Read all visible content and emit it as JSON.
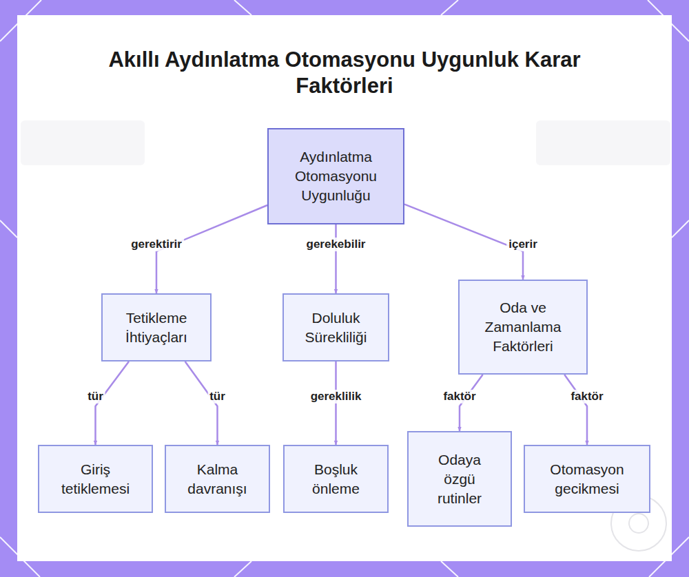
{
  "diagram": {
    "title": "Akıllı Aydınlatma Otomasyonu Uygunluk Karar Faktörleri",
    "nodes": [
      {
        "text": [
          "Aydınlatma Otomasyonu Uygunluğu"
        ]
      },
      {
        "text": [
          "Tetikleme İhtiyaçları"
        ]
      },
      {
        "text": [
          "Doluluk Sürekliliği"
        ]
      },
      {
        "text": [
          "Oda ve Zamanlama Faktörleri"
        ]
      },
      {
        "text": [
          "Giriş tetiklemesi"
        ]
      },
      {
        "text": [
          "Kalma davranışı"
        ]
      },
      {
        "text": [
          "Boşluk önleme"
        ]
      },
      {
        "text": [
          "Odaya özgü rutinler"
        ]
      },
      {
        "text": [
          "Otomasyon gecikmesi"
        ]
      }
    ],
    "edges": [
      {
        "from": 0,
        "to": 1,
        "label": "gerektirir",
        "arrow": "to"
      },
      {
        "from": 0,
        "to": 2,
        "label": "gerekebilir",
        "arrow": "to"
      },
      {
        "from": 0,
        "to": 3,
        "label": "içerir",
        "arrow": "to"
      },
      {
        "from": 1,
        "to": 4,
        "label": "tür",
        "arrow": "to"
      },
      {
        "from": 1,
        "to": 5,
        "label": "tür",
        "arrow": "to"
      },
      {
        "from": 2,
        "to": 6,
        "label": "gereklilik",
        "arrow": "to"
      },
      {
        "from": 3,
        "to": 7,
        "label": "faktör",
        "arrow": "to"
      },
      {
        "from": 3,
        "to": 8,
        "label": "faktör",
        "arrow": "to"
      }
    ]
  }
}
